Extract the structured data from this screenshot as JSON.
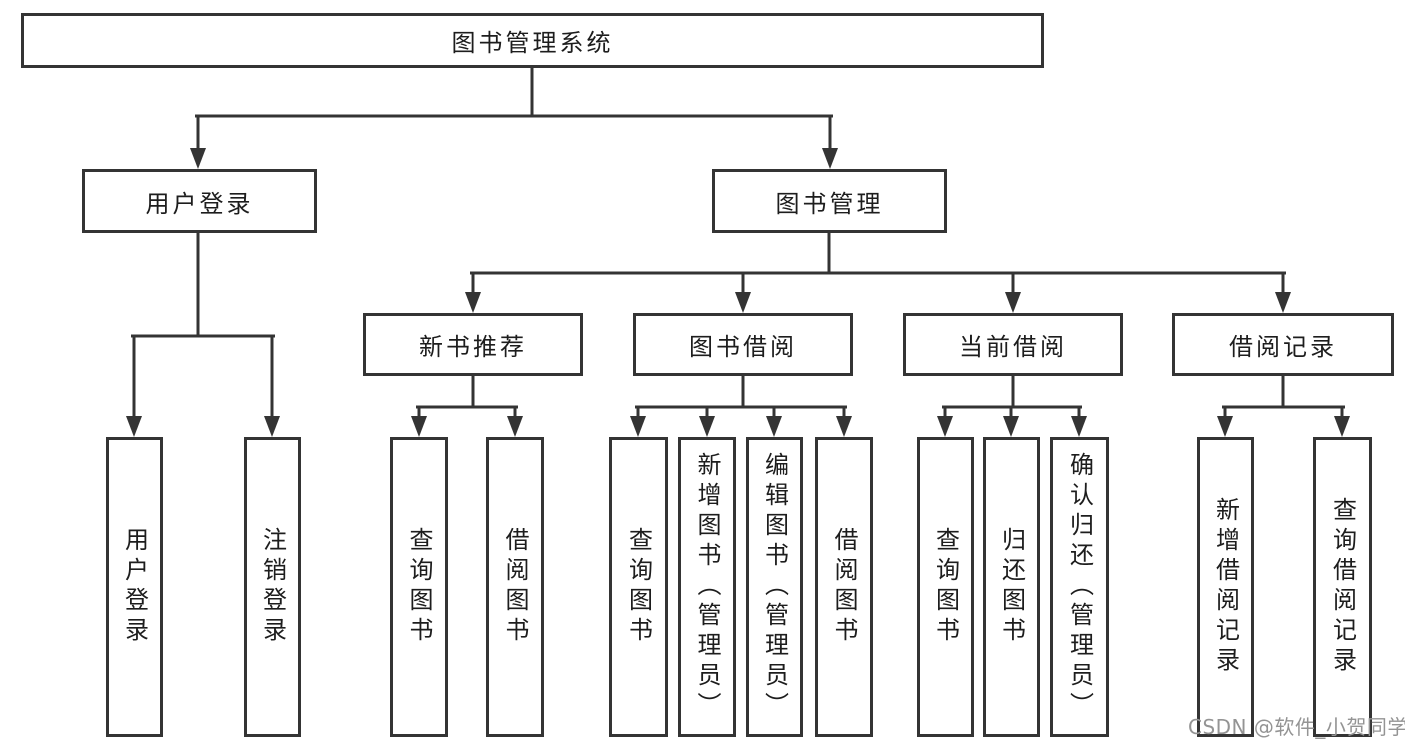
{
  "colors": {
    "line": "#343434",
    "node_border": "#343434",
    "node_text": "#1d1d1d",
    "background": "#ffffff",
    "watermark_text": "#949494"
  },
  "watermark": "CSDN @软件_小贺同学",
  "tree": {
    "root": "图书管理系统",
    "branches": [
      {
        "label": "用户登录",
        "children": [
          "用户登录",
          "注销登录"
        ]
      },
      {
        "label": "图书管理",
        "groups": [
          {
            "label": "新书推荐",
            "children": [
              "查询图书",
              "借阅图书"
            ]
          },
          {
            "label": "图书借阅",
            "children": [
              "查询图书",
              "新增图书（管理员）",
              "编辑图书（管理员）",
              "借阅图书"
            ]
          },
          {
            "label": "当前借阅",
            "children": [
              "查询图书",
              "归还图书",
              "确认归还（管理员）"
            ]
          },
          {
            "label": "借阅记录",
            "children": [
              "新增借阅记录",
              "查询借阅记录"
            ]
          }
        ]
      }
    ]
  }
}
